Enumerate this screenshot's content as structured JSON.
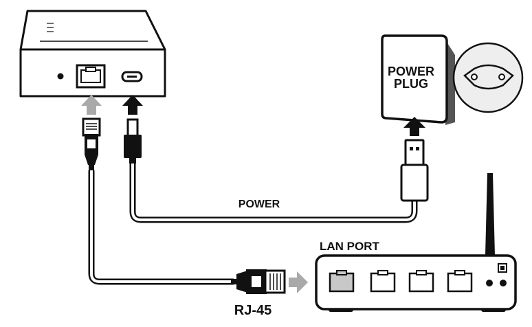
{
  "labels": {
    "power_plug_line1": "POWER",
    "power_plug_line2": "PLUG",
    "power_cable": "POWER",
    "lan_port": "LAN PORT",
    "rj45": "RJ-45"
  },
  "colors": {
    "outline": "#111111",
    "gray_arrow": "#a9a9a9",
    "black_arrow": "#111111",
    "plug_shadow": "#555555",
    "socket_fill": "#eeeeee",
    "active_port_fill": "#c8c8c8"
  },
  "router": {
    "lan_port_count": 4
  }
}
